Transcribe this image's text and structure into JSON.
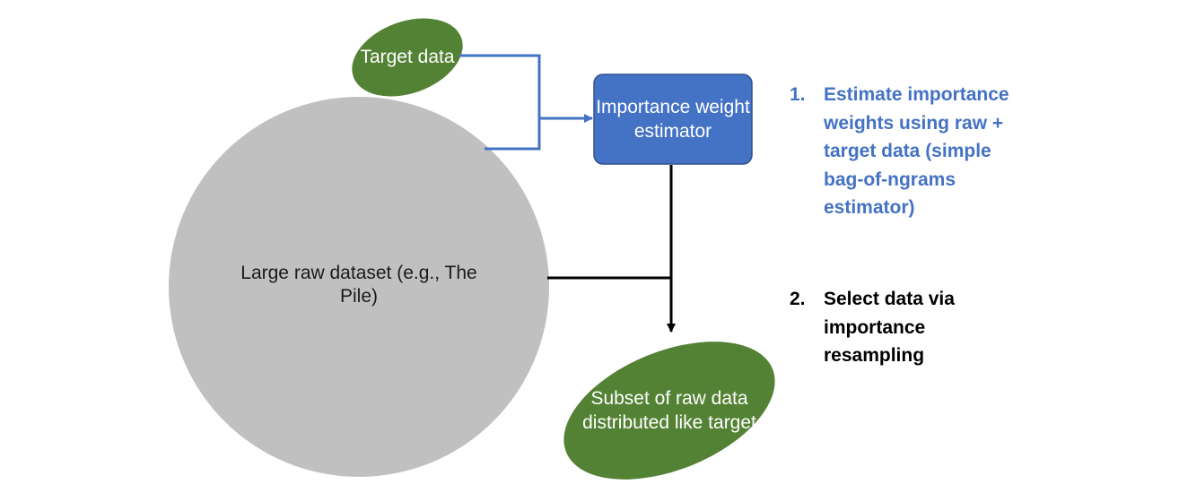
{
  "nodes": {
    "target": {
      "label": "Target data"
    },
    "estimator": {
      "label": "Importance weight estimator"
    },
    "raw": {
      "label": "Large raw dataset (e.g., The Pile)"
    },
    "subset": {
      "label": "Subset of raw data distributed like target"
    }
  },
  "steps": [
    {
      "number": "1.",
      "text": "Estimate importance weights using raw + target data (simple bag-of-ngrams estimator)"
    },
    {
      "number": "2.",
      "text": "Select data via importance resampling"
    }
  ],
  "colors": {
    "green": "#548235",
    "blue_box": "#4472c4",
    "blue_box_border": "#2f528f",
    "blue_line": "#4472c4",
    "gray": "#c0c0c0",
    "black_line": "#000000"
  }
}
